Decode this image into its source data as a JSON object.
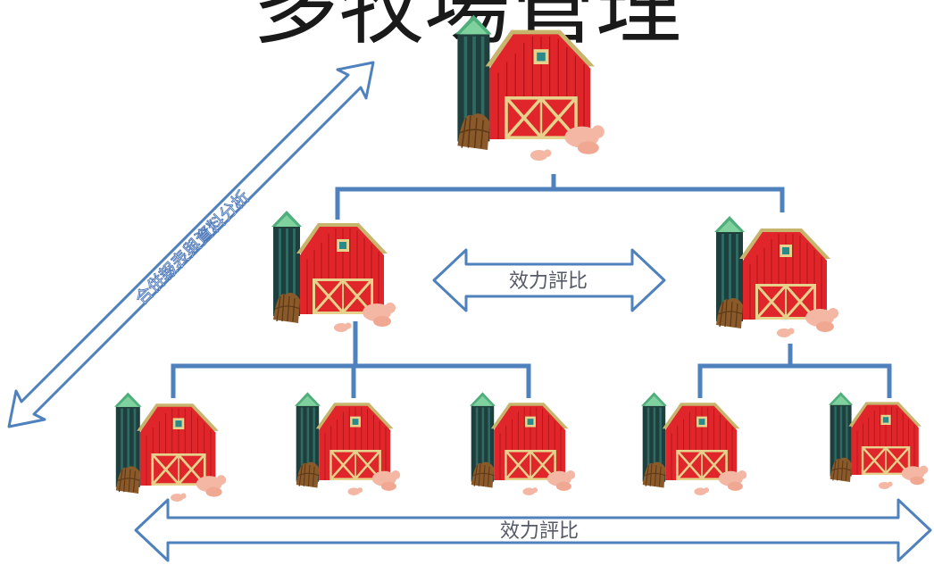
{
  "title": "多牧場管理",
  "labels": {
    "peer_compare_middle": "效力評比",
    "peer_compare_bottom": "效力評比",
    "consolidated_report": "合併報表與資料分析"
  },
  "tree": {
    "levels": [
      1,
      2,
      5
    ],
    "edges": [
      [
        0,
        1
      ],
      [
        0,
        2
      ],
      [
        1,
        3
      ],
      [
        1,
        4
      ],
      [
        1,
        5
      ],
      [
        2,
        6
      ],
      [
        2,
        7
      ]
    ]
  },
  "colors": {
    "connector": "#4f81bd",
    "arrow_fill": "#ffffff",
    "barn_red": "#e0262a",
    "barn_trim": "#e6d28c",
    "silo": "#1f3f3d",
    "silo_roof": "#4fae7a",
    "pig": "#f3b7a4",
    "hay": "#8a5a2b"
  },
  "icons": [
    "barn-silo-farm-icon",
    "pig-icon",
    "hay-bundle-icon"
  ]
}
